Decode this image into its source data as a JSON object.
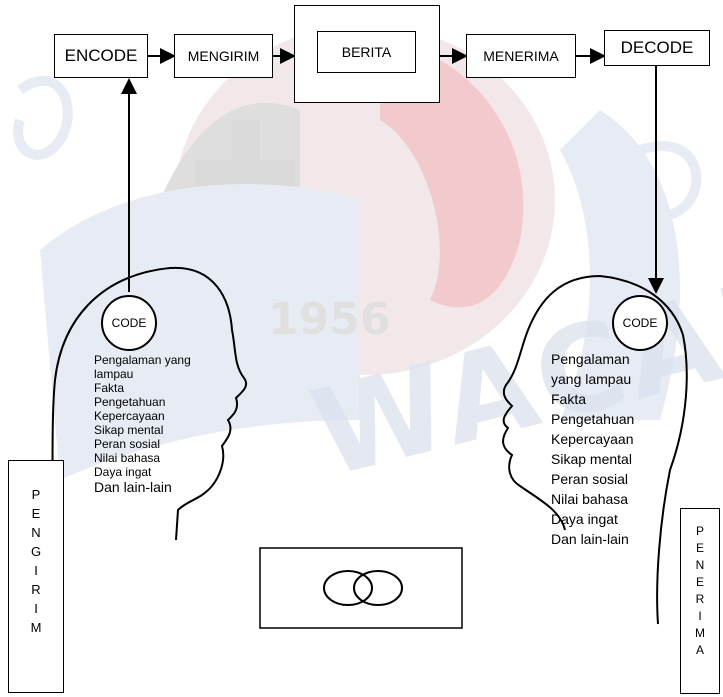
{
  "colors": {
    "watermark_red": "#f2c7c9",
    "watermark_blue": "#c9d3e3",
    "watermark_gray": "#d9d9d9"
  },
  "watermark": {
    "year": "1956",
    "text": "WACANA",
    "logo_icon": "university-seal-watermark"
  },
  "flow": {
    "encode": "ENCODE",
    "mengirim": "MENGIRIM",
    "berita": "BERITA",
    "menerima": "MENERIMA",
    "decode": "DECODE"
  },
  "sender": {
    "code": "CODE",
    "items": [
      "Pengalaman yang",
      "lampau",
      "Fakta",
      "Pengetahuan",
      "Kepercayaan",
      "Sikap mental",
      "Peran sosial",
      "Nilai bahasa",
      "Daya ingat",
      "Dan lain-lain"
    ],
    "label_letters": [
      "P",
      "E",
      "N",
      "G",
      "I",
      "R",
      "I",
      "M"
    ]
  },
  "receiver": {
    "code": "CODE",
    "items": [
      "Pengalaman",
      "yang lampau",
      "Fakta",
      "Pengetahuan",
      "Kepercayaan",
      "Sikap mental",
      "Peran sosial",
      "Nilai bahasa",
      "Daya ingat",
      "Dan lain-lain"
    ],
    "label_letters": [
      "P",
      "E",
      "N",
      "E",
      "R",
      "I",
      "M",
      "A"
    ]
  }
}
